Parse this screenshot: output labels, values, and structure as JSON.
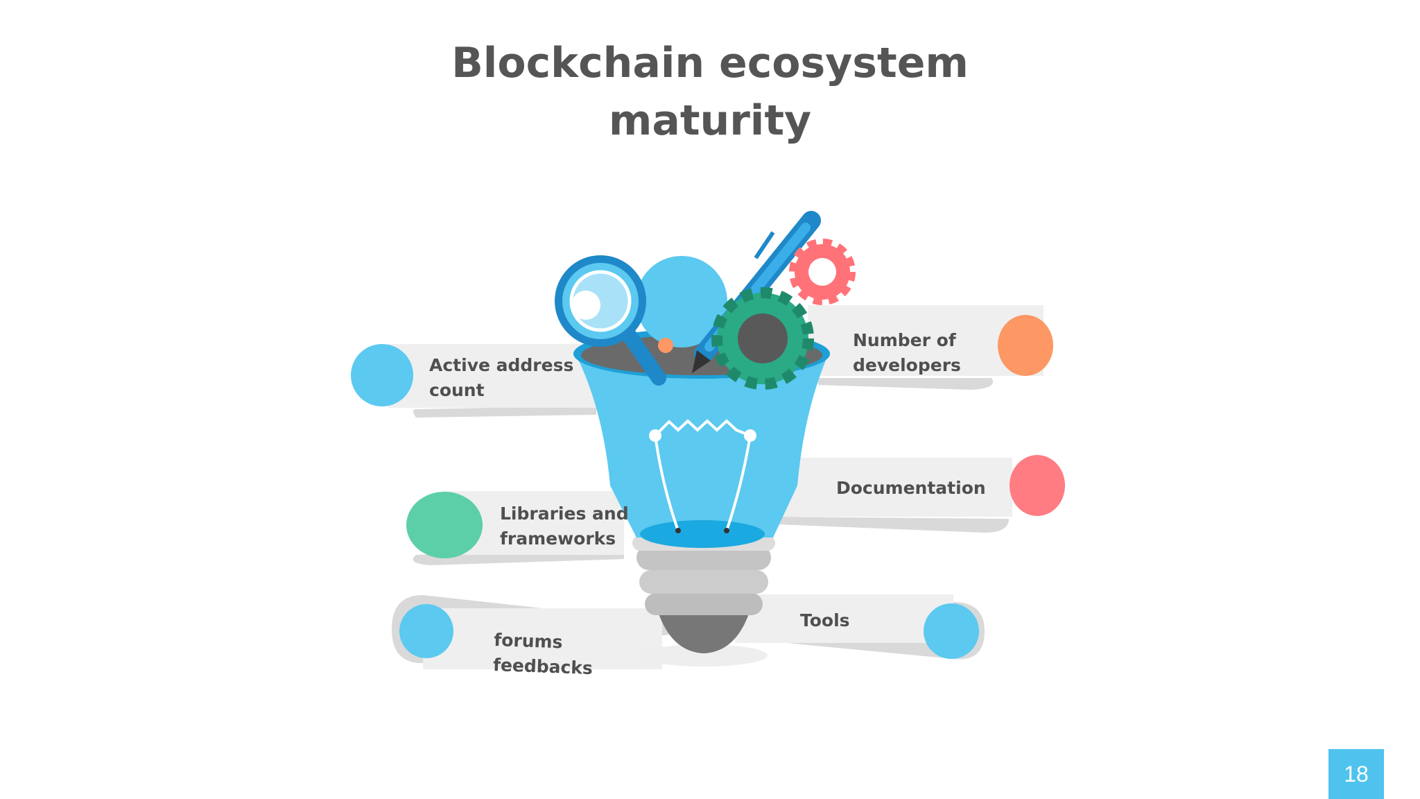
{
  "slide": {
    "title_line1": "Blockchain ecosystem",
    "title_line2": "maturity",
    "page_number": "18"
  },
  "diagram": {
    "central_icon": "lightbulb-with-tools-icon",
    "items": [
      {
        "id": "active-address-count",
        "lines": [
          "Active address",
          "count"
        ],
        "color": "#5bc9f0",
        "side": "left"
      },
      {
        "id": "libraries-frameworks",
        "lines": [
          "Libraries and",
          "frameworks"
        ],
        "color": "#5ccfa9",
        "side": "left"
      },
      {
        "id": "forums-feedbacks",
        "lines": [
          "forums",
          "feedbacks"
        ],
        "color": "#5bc9f0",
        "side": "left"
      },
      {
        "id": "number-of-developers",
        "lines": [
          "Number of",
          "developers"
        ],
        "color": "#fd9764",
        "side": "right"
      },
      {
        "id": "documentation",
        "lines": [
          "Documentation"
        ],
        "color": "#fe7c82",
        "side": "right"
      },
      {
        "id": "tools",
        "lines": [
          "Tools"
        ],
        "color": "#5bc9f0",
        "side": "right"
      }
    ]
  }
}
